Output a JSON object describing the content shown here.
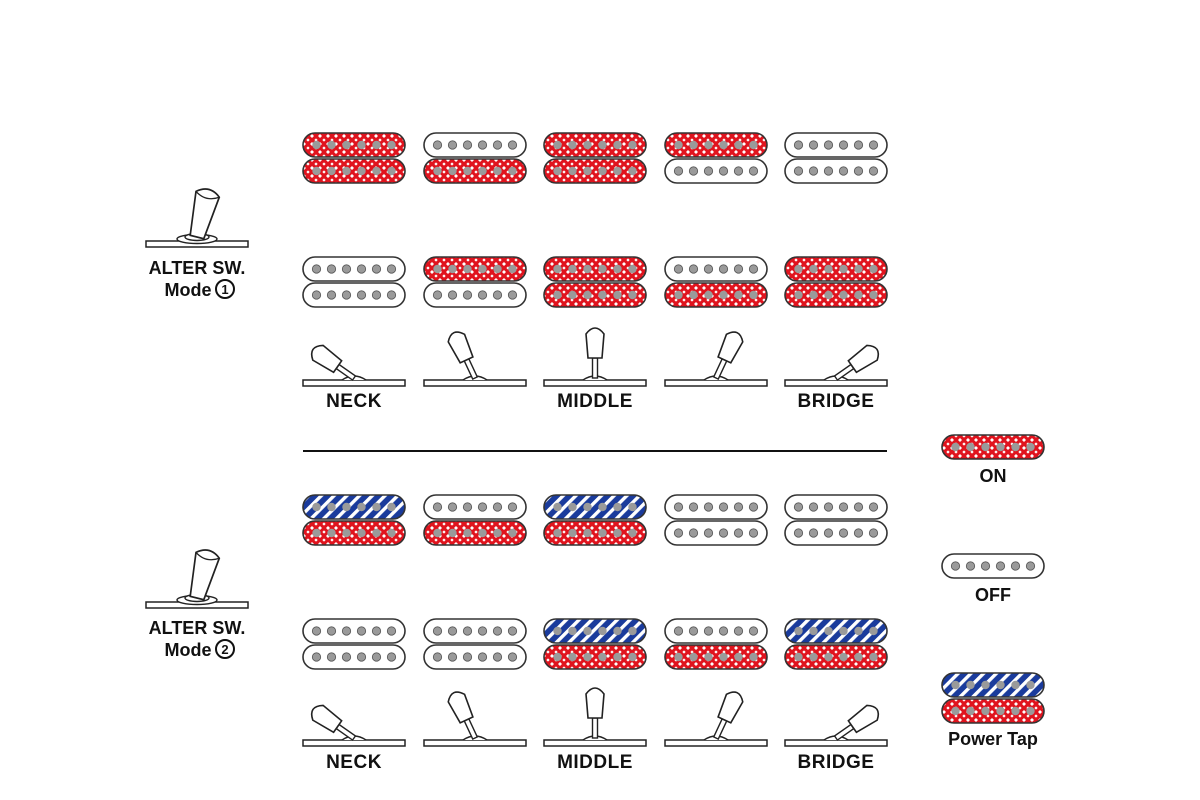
{
  "colors": {
    "on": "#e0141e",
    "tap": "#1a3b9c",
    "off": "#ffffff",
    "outline": "#333333",
    "pole": "#9a9a9a"
  },
  "legend": {
    "on": "ON",
    "off": "OFF",
    "tap": "Power Tap"
  },
  "sections": [
    {
      "alter_label": "ALTER SW.",
      "mode_label": "Mode",
      "mode_number": "1",
      "positions": [
        {
          "top": [
            "on",
            "on"
          ],
          "bottom": [
            "off",
            "off"
          ],
          "toggle_angle": -55
        },
        {
          "top": [
            "off",
            "on"
          ],
          "bottom": [
            "on",
            "off"
          ],
          "toggle_angle": -25
        },
        {
          "top": [
            "on",
            "on"
          ],
          "bottom": [
            "on",
            "on"
          ],
          "toggle_angle": 0
        },
        {
          "top": [
            "on",
            "off"
          ],
          "bottom": [
            "off",
            "on"
          ],
          "toggle_angle": 25
        },
        {
          "top": [
            "off",
            "off"
          ],
          "bottom": [
            "on",
            "on"
          ],
          "toggle_angle": 55
        }
      ],
      "position_labels": [
        "NECK",
        "",
        "MIDDLE",
        "",
        "BRIDGE"
      ]
    },
    {
      "alter_label": "ALTER SW.",
      "mode_label": "Mode",
      "mode_number": "2",
      "positions": [
        {
          "top": [
            "tap",
            "on"
          ],
          "bottom": [
            "off",
            "off"
          ],
          "toggle_angle": -55
        },
        {
          "top": [
            "off",
            "on"
          ],
          "bottom": [
            "off",
            "off"
          ],
          "toggle_angle": -25
        },
        {
          "top": [
            "tap",
            "on"
          ],
          "bottom": [
            "tap",
            "on"
          ],
          "toggle_angle": 0
        },
        {
          "top": [
            "off",
            "off"
          ],
          "bottom": [
            "off",
            "on"
          ],
          "toggle_angle": 25
        },
        {
          "top": [
            "off",
            "off"
          ],
          "bottom": [
            "tap",
            "on"
          ],
          "toggle_angle": 55
        }
      ],
      "position_labels": [
        "NECK",
        "",
        "MIDDLE",
        "",
        "BRIDGE"
      ]
    }
  ]
}
